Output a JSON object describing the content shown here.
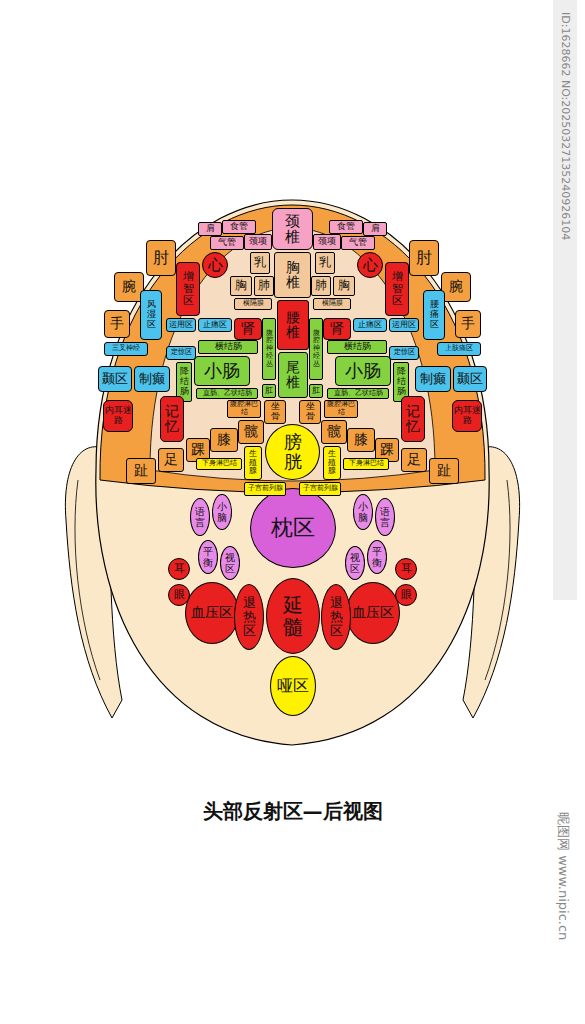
{
  "diagram": {
    "title": "头部反射区—后视图",
    "nodes": [
      {
        "text": [
          "颈椎"
        ]
      },
      {
        "text": [
          "胸椎"
        ]
      },
      {
        "text": [
          "腰椎"
        ]
      },
      {
        "text": [
          "尾椎"
        ]
      },
      {
        "text": [
          "膀胱"
        ]
      },
      {
        "text": [
          "枕区"
        ]
      },
      {
        "text": [
          "延髓"
        ]
      },
      {
        "text": [
          "哑区"
        ]
      },
      {
        "text": [
          "肩"
        ]
      },
      {
        "text": [
          "食管"
        ]
      },
      {
        "text": [
          "气管"
        ]
      },
      {
        "text": [
          "颈项"
        ]
      },
      {
        "text": [
          "心"
        ]
      },
      {
        "text": [
          "乳"
        ]
      },
      {
        "text": [
          "胸"
        ]
      },
      {
        "text": [
          "肺"
        ]
      },
      {
        "text": [
          "横隔膜"
        ]
      },
      {
        "text": [
          "增智区"
        ]
      },
      {
        "text": [
          "肘"
        ]
      },
      {
        "text": [
          "腕"
        ]
      },
      {
        "text": [
          "手"
        ]
      },
      {
        "text": [
          "风湿区"
        ]
      },
      {
        "text": [
          "三叉神经"
        ]
      },
      {
        "text": [
          "运用区"
        ]
      },
      {
        "text": [
          "止痛区"
        ]
      },
      {
        "text": [
          "肾"
        ]
      },
      {
        "text": [
          "腹腔神经丛"
        ]
      },
      {
        "text": [
          "横结肠"
        ]
      },
      {
        "text": [
          "小肠"
        ]
      },
      {
        "text": [
          "降结肠"
        ]
      },
      {
        "text": [
          "定惊区"
        ]
      },
      {
        "text": [
          "直肠、乙状结肠"
        ]
      },
      {
        "text": [
          "肛"
        ]
      },
      {
        "text": [
          "颞区"
        ]
      },
      {
        "text": [
          "制癫"
        ]
      },
      {
        "text": [
          "内耳迷路"
        ]
      },
      {
        "text": [
          "记忆"
        ]
      },
      {
        "text": [
          "坐骨"
        ]
      },
      {
        "text": [
          "腹腔淋巴结"
        ]
      },
      {
        "text": [
          "髋"
        ]
      },
      {
        "text": [
          "膝"
        ]
      },
      {
        "text": [
          "踝"
        ]
      },
      {
        "text": [
          "足"
        ]
      },
      {
        "text": [
          "趾"
        ]
      },
      {
        "text": [
          "生殖腺"
        ]
      },
      {
        "text": [
          "下身淋巴结"
        ]
      },
      {
        "text": [
          "子宫前列腺"
        ]
      },
      {
        "text": [
          "语言"
        ]
      },
      {
        "text": [
          "小脑"
        ]
      },
      {
        "text": [
          "平衡"
        ]
      },
      {
        "text": [
          "视区"
        ]
      },
      {
        "text": [
          "耳"
        ]
      },
      {
        "text": [
          "眼"
        ]
      },
      {
        "text": [
          "血压区"
        ]
      },
      {
        "text": [
          "退热区"
        ]
      },
      {
        "text": [
          "肩"
        ]
      },
      {
        "text": [
          "食管"
        ]
      },
      {
        "text": [
          "气管"
        ]
      },
      {
        "text": [
          "颈项"
        ]
      },
      {
        "text": [
          "心"
        ]
      },
      {
        "text": [
          "乳"
        ]
      },
      {
        "text": [
          "胸"
        ]
      },
      {
        "text": [
          "肺"
        ]
      },
      {
        "text": [
          "横隔膜"
        ]
      },
      {
        "text": [
          "增智区"
        ]
      },
      {
        "text": [
          "肘"
        ]
      },
      {
        "text": [
          "腕"
        ]
      },
      {
        "text": [
          "手"
        ]
      },
      {
        "text": [
          "腰痛区"
        ]
      },
      {
        "text": [
          "上肢痛区"
        ]
      },
      {
        "text": [
          "运用区"
        ]
      },
      {
        "text": [
          "止痛区"
        ]
      },
      {
        "text": [
          "肾"
        ]
      },
      {
        "text": [
          "腹腔神经丛"
        ]
      },
      {
        "text": [
          "横结肠"
        ]
      },
      {
        "text": [
          "小肠"
        ]
      },
      {
        "text": [
          "降结肠"
        ]
      },
      {
        "text": [
          "定惊区"
        ]
      },
      {
        "text": [
          "直肠、乙状结肠"
        ]
      },
      {
        "text": [
          "肛"
        ]
      },
      {
        "text": [
          "颞区"
        ]
      },
      {
        "text": [
          "制癫"
        ]
      },
      {
        "text": [
          "内耳迷路"
        ]
      },
      {
        "text": [
          "记忆"
        ]
      },
      {
        "text": [
          "坐骨"
        ]
      },
      {
        "text": [
          "腹腔淋巴结"
        ]
      },
      {
        "text": [
          "髋"
        ]
      },
      {
        "text": [
          "膝"
        ]
      },
      {
        "text": [
          "踝"
        ]
      },
      {
        "text": [
          "足"
        ]
      },
      {
        "text": [
          "趾"
        ]
      },
      {
        "text": [
          "生殖腺"
        ]
      },
      {
        "text": [
          "下身淋巴结"
        ]
      },
      {
        "text": [
          "子宫前列腺"
        ]
      },
      {
        "text": [
          "语言"
        ]
      },
      {
        "text": [
          "小脑"
        ]
      },
      {
        "text": [
          "平衡"
        ]
      },
      {
        "text": [
          "视区"
        ]
      },
      {
        "text": [
          "耳"
        ]
      },
      {
        "text": [
          "眼"
        ]
      },
      {
        "text": [
          "血压区"
        ]
      },
      {
        "text": [
          "退热区"
        ]
      }
    ],
    "labels": [
      "ID:1628662 NO:20250327135240926104",
      "昵图网 www.nipic.cn"
    ]
  }
}
